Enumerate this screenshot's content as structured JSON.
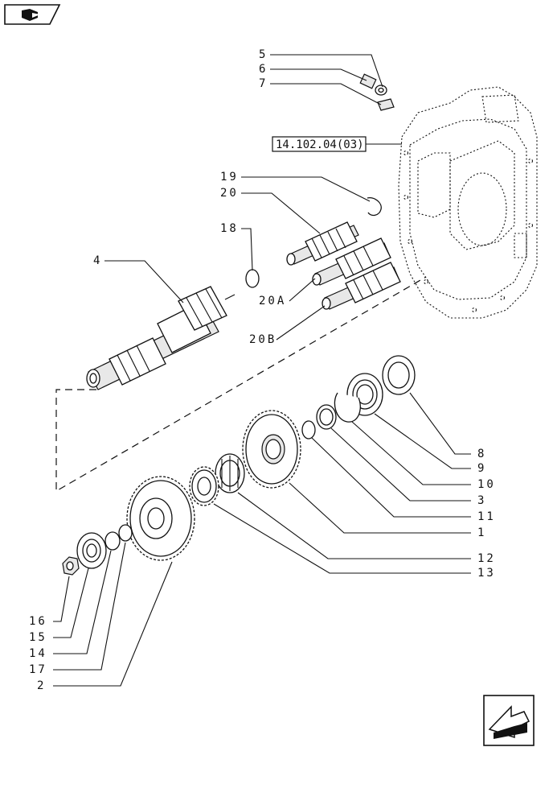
{
  "reference": {
    "label": "14.102.04(03)"
  },
  "callouts": [
    {
      "id": "5",
      "text": "5"
    },
    {
      "id": "6",
      "text": "6"
    },
    {
      "id": "7",
      "text": "7"
    },
    {
      "id": "19",
      "text": "19"
    },
    {
      "id": "20",
      "text": "20"
    },
    {
      "id": "18",
      "text": "18"
    },
    {
      "id": "4",
      "text": "4"
    },
    {
      "id": "20A",
      "text": "20A"
    },
    {
      "id": "20B",
      "text": "20B"
    },
    {
      "id": "8",
      "text": "8"
    },
    {
      "id": "9",
      "text": "9"
    },
    {
      "id": "10",
      "text": "10"
    },
    {
      "id": "3",
      "text": "3"
    },
    {
      "id": "11",
      "text": "11"
    },
    {
      "id": "1",
      "text": "1"
    },
    {
      "id": "12",
      "text": "12"
    },
    {
      "id": "13",
      "text": "13"
    },
    {
      "id": "16",
      "text": "16"
    },
    {
      "id": "15",
      "text": "15"
    },
    {
      "id": "14",
      "text": "14"
    },
    {
      "id": "17",
      "text": "17"
    },
    {
      "id": "2",
      "text": "2"
    }
  ],
  "icons": {
    "top_left": "book-icon",
    "bottom_right": "next-page-arrow-icon"
  }
}
